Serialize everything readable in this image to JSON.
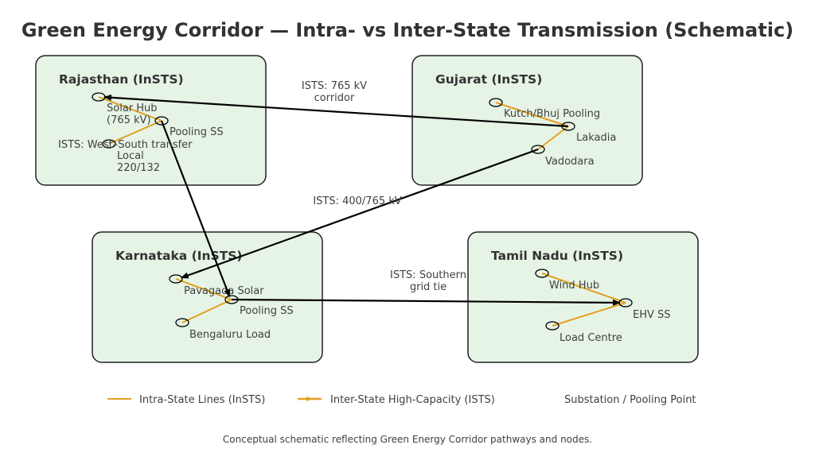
{
  "title": "Green Energy Corridor — Intra- vs Inter-State Transmission (Schematic)",
  "colors": {
    "region_fill": "#e6f4e6",
    "region_stroke": "#222222",
    "intra_line": "#e0a020",
    "inter_line": "#000000",
    "node_stroke": "#000000",
    "text": "#333333"
  },
  "regions": [
    {
      "id": "rajasthan",
      "title": "Rajasthan (InSTS)",
      "nodes": [
        {
          "id": "raj-solar-hub",
          "label_lines": [
            "Solar Hub",
            "(765 kV)"
          ]
        },
        {
          "id": "raj-pooling-ss",
          "label_lines": [
            "Pooling SS"
          ]
        },
        {
          "id": "raj-local",
          "label_lines": [
            "Local",
            "220/132"
          ]
        }
      ],
      "intra_links": [
        [
          "raj-solar-hub",
          "raj-pooling-ss"
        ],
        [
          "raj-pooling-ss",
          "raj-local"
        ]
      ],
      "note": "ISTS: West–South transfer"
    },
    {
      "id": "gujarat",
      "title": "Gujarat (InSTS)",
      "nodes": [
        {
          "id": "guj-kutch",
          "label_lines": [
            "Kutch/Bhuj Pooling"
          ]
        },
        {
          "id": "guj-lakadia",
          "label_lines": [
            "Lakadia"
          ]
        },
        {
          "id": "guj-vadodara",
          "label_lines": [
            "Vadodara"
          ]
        }
      ],
      "intra_links": [
        [
          "guj-kutch",
          "guj-lakadia"
        ],
        [
          "guj-lakadia",
          "guj-vadodara"
        ]
      ]
    },
    {
      "id": "karnataka",
      "title": "Karnataka (InSTS)",
      "nodes": [
        {
          "id": "kar-pavagada",
          "label_lines": [
            "Pavagada Solar"
          ]
        },
        {
          "id": "kar-pooling-ss",
          "label_lines": [
            "Pooling SS"
          ]
        },
        {
          "id": "kar-bengaluru",
          "label_lines": [
            "Bengaluru Load"
          ]
        }
      ],
      "intra_links": [
        [
          "kar-pavagada",
          "kar-pooling-ss"
        ],
        [
          "kar-pooling-ss",
          "kar-bengaluru"
        ]
      ]
    },
    {
      "id": "tamilnadu",
      "title": "Tamil Nadu (InSTS)",
      "nodes": [
        {
          "id": "tn-wind-hub",
          "label_lines": [
            "Wind Hub"
          ]
        },
        {
          "id": "tn-ehv-ss",
          "label_lines": [
            "EHV SS"
          ]
        },
        {
          "id": "tn-load-centre",
          "label_lines": [
            "Load Centre"
          ]
        }
      ],
      "intra_links": [
        [
          "tn-wind-hub",
          "tn-ehv-ss"
        ],
        [
          "tn-ehv-ss",
          "tn-load-centre"
        ]
      ]
    }
  ],
  "inter_links": [
    {
      "from": "guj-lakadia",
      "to": "raj-solar-hub",
      "label_lines": [
        "ISTS: 765 kV",
        "corridor"
      ]
    },
    {
      "from": "guj-vadodara",
      "to": "kar-pavagada",
      "label_lines": [
        "ISTS: 400/765 kV"
      ]
    },
    {
      "from": "raj-pooling-ss",
      "to": "kar-pooling-ss",
      "label_lines": []
    },
    {
      "from": "kar-pooling-ss",
      "to": "tn-ehv-ss",
      "label_lines": [
        "ISTS: Southern",
        "grid tie"
      ]
    }
  ],
  "legend": [
    {
      "kind": "intra-line",
      "label": "Intra-State Lines (InSTS)"
    },
    {
      "kind": "inter-line",
      "label": "Inter-State High-Capacity (ISTS)"
    },
    {
      "kind": "substation",
      "label": "Substation / Pooling Point"
    }
  ],
  "caption": "Conceptual schematic reflecting Green Energy Corridor pathways and nodes."
}
